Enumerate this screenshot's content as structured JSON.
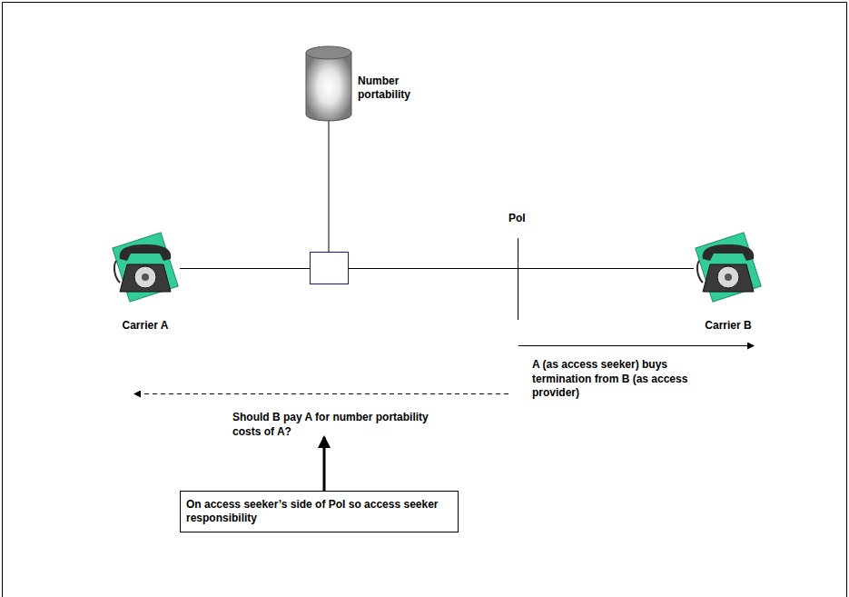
{
  "diagram": {
    "nodes": [
      {
        "text": [
          "Number portability"
        ]
      },
      {
        "text": [
          "Carrier A"
        ]
      },
      {
        "text": [
          "Carrier B"
        ]
      },
      {
        "text": [
          "On access seeker’s side of PoI so access seeker responsibility"
        ]
      }
    ],
    "edges": [
      {
        "from": 1,
        "to": 2,
        "arrow": "none"
      }
    ],
    "labels": [
      "PoI",
      "A (as access seeker) buys termination from B (as access provider)",
      "Should B pay A for number portability costs of A?"
    ]
  }
}
